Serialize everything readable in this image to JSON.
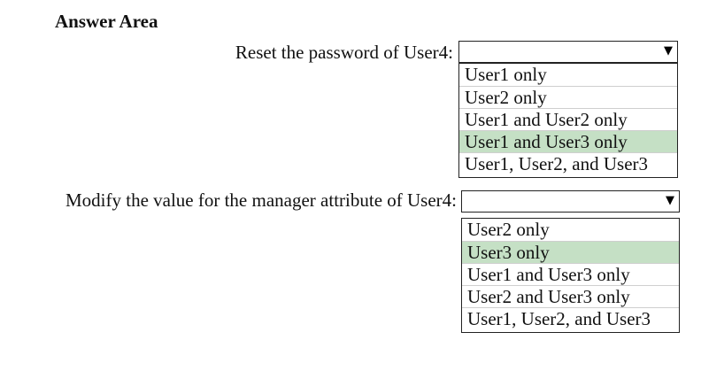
{
  "title": "Answer Area",
  "questions": [
    {
      "label": "Reset the password of User4:",
      "options": [
        "User1 only",
        "User2 only",
        "User1 and User2 only",
        "User1 and User3 only",
        "User1, User2, and User3"
      ],
      "selected": "User1 and User3 only"
    },
    {
      "label": "Modify the value for the manager attribute of User4:",
      "options": [
        "User2 only",
        "User3 only",
        "User1 and User3 only",
        "User2 and User3 only",
        "User1, User2, and User3"
      ],
      "selected": "User3 only"
    }
  ],
  "colors": {
    "selected_highlight": "#c5e0c5",
    "border": "#222222"
  },
  "icons": {
    "dropdown": "triangle-down-icon"
  }
}
